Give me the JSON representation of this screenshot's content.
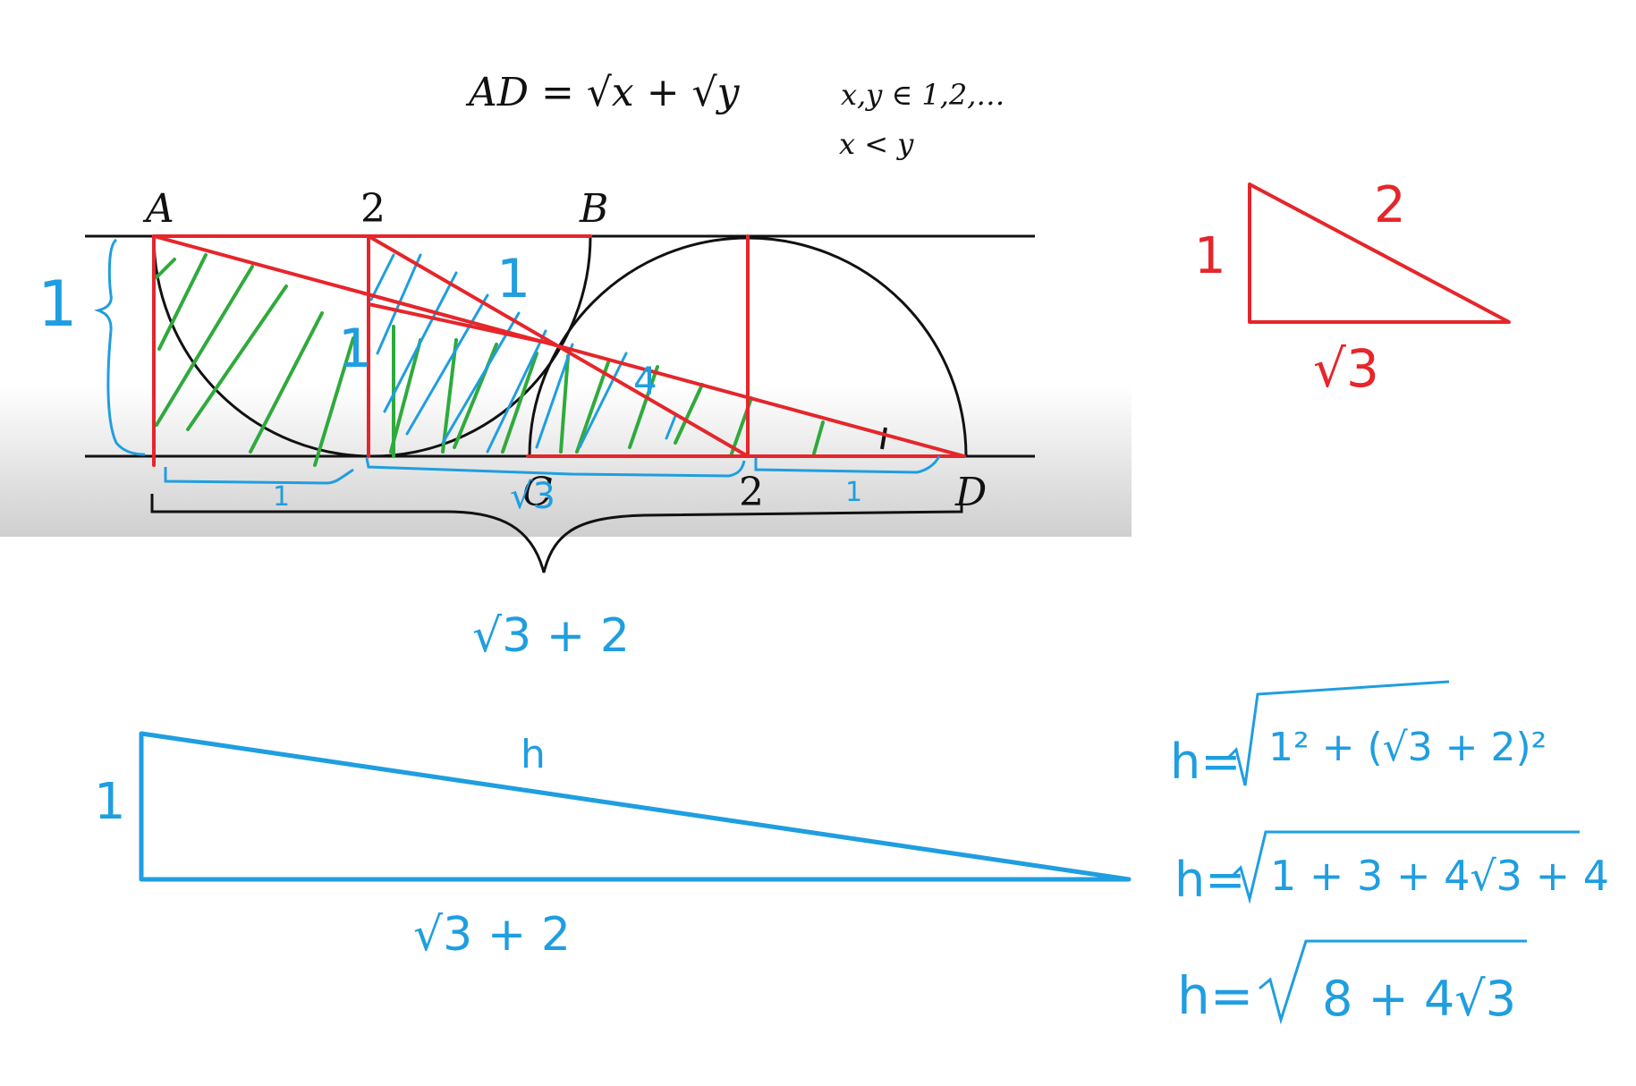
{
  "header": {
    "equation": "AD = √x + √y",
    "condition_1": "x,y ∈ 1,2,…",
    "condition_2": "x < y"
  },
  "main_figure": {
    "label_A": "A",
    "label_top_2": "2",
    "label_B": "B",
    "label_C": "C",
    "label_bottom_2": "2",
    "label_D": "D",
    "height_label": "1",
    "mid_label_left": "1",
    "mid_label_right": "1",
    "small_label_4": "4",
    "segment_1_left": "1",
    "segment_sqrt3": "√3",
    "segment_1_right": "1",
    "brace_label": "√3 + 2"
  },
  "small_triangle": {
    "leg_vertical": "1",
    "hypotenuse": "2",
    "leg_horizontal": "√3"
  },
  "big_triangle": {
    "leg_vertical": "1",
    "hypotenuse": "h",
    "leg_horizontal": "√3 + 2"
  },
  "derivation": {
    "line_1_lhs": "h=",
    "line_1_rhs": "1² + (√3 + 2)²",
    "line_2_lhs": "h=",
    "line_2_rhs": "1 + 3 + 4√3 + 4",
    "line_3_lhs": "h=",
    "line_3_rhs": "8 + 4√3"
  },
  "colors": {
    "red": "#e5262b",
    "blue": "#1f9ee0",
    "green": "#2faa3c",
    "black": "#111111"
  }
}
